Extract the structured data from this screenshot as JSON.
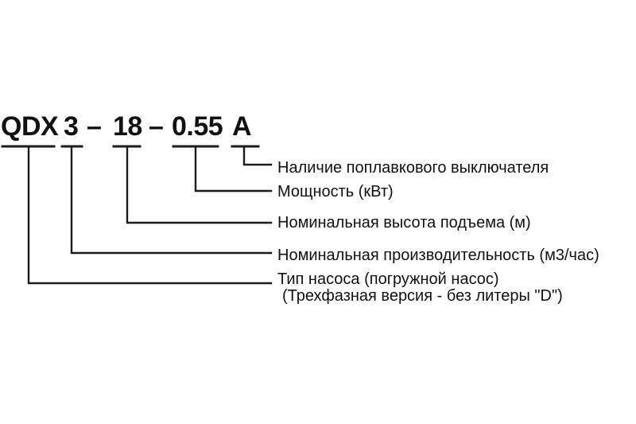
{
  "diagram": {
    "code": {
      "segments": [
        {
          "id": "pump-type",
          "text": "QDX"
        },
        {
          "id": "capacity",
          "text": "3"
        },
        {
          "id": "dash-1",
          "text": "–"
        },
        {
          "id": "head",
          "text": "18"
        },
        {
          "id": "dash-2",
          "text": "–"
        },
        {
          "id": "power",
          "text": "0.55"
        },
        {
          "id": "float-switch",
          "text": "A"
        }
      ]
    },
    "labels": [
      {
        "id": "float-switch",
        "text": "Наличие поплавкового выключателя"
      },
      {
        "id": "power",
        "text": "Мощность (кВт)"
      },
      {
        "id": "head",
        "text": "Номинальная высота подъема (м)"
      },
      {
        "id": "capacity",
        "text": "Номинальная производительность (м3/час)"
      },
      {
        "id": "pump-type",
        "text": "Тип насоса (погружной насос)",
        "text2": "(Трехфазная версия - без литеры \"D\")"
      }
    ],
    "colors": {
      "background": "#ffffff",
      "text": "#111111",
      "line": "#1c1c1c"
    }
  }
}
